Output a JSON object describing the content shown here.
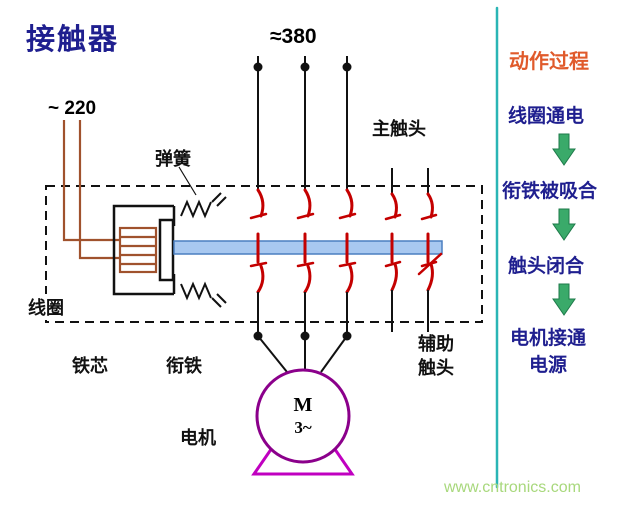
{
  "title": "接触器",
  "supply": {
    "three_phase": "≈380",
    "single_phase": "~ 220"
  },
  "labels": {
    "spring": "弹簧",
    "main_contacts": "主触头",
    "coil": "线圈",
    "iron_core": "铁芯",
    "armature": "衔铁",
    "motor": "电机",
    "aux_contacts": "辅助触头"
  },
  "motor_symbol": {
    "letter": "M",
    "phase": "3~"
  },
  "process": {
    "title": "动作过程",
    "steps": [
      "线圈通电",
      "衔铁被吸合",
      "触头闭合",
      "电机接通电源"
    ]
  },
  "watermark": "www.cntronics.com",
  "colors": {
    "title_text": "#1f1f8f",
    "process_title": "#e05a2b",
    "step_text": "#1f1f8f",
    "arrow": "#3aaa6a",
    "contact": "#c40000",
    "bar": "#a8c8f0",
    "motor": "#8b008b",
    "motor_base": "#c000c0",
    "wire": "#a0522d",
    "divider": "#2ab5b5",
    "watermark": "#a8d87c"
  }
}
